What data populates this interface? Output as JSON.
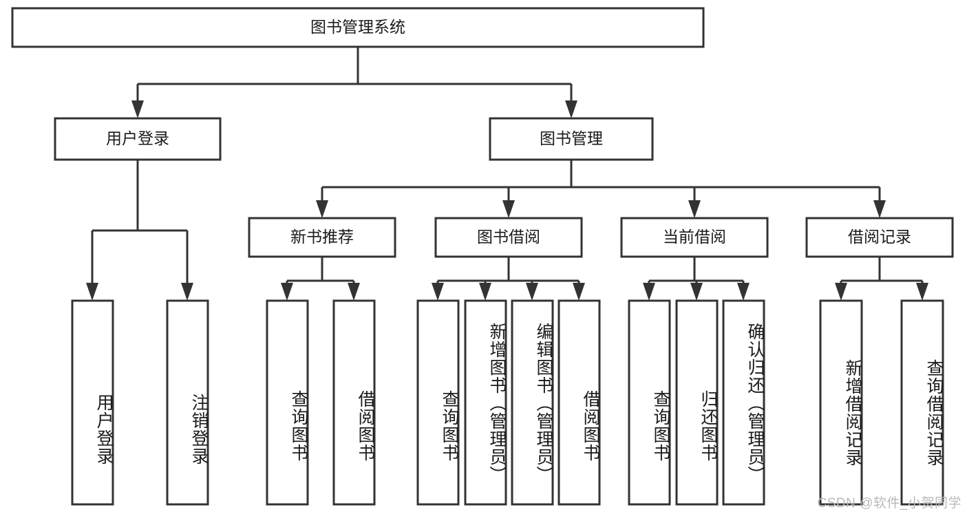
{
  "diagram": {
    "title": "图书管理系统",
    "type": "hierarchy-tree",
    "root": {
      "id": "root",
      "label": "图书管理系统",
      "orientation": "horizontal"
    },
    "level2": [
      {
        "id": "user-login",
        "label": "用户登录",
        "orientation": "horizontal"
      },
      {
        "id": "book-manage",
        "label": "图书管理",
        "orientation": "horizontal"
      }
    ],
    "level3": [
      {
        "id": "new-book-recommend",
        "label": "新书推荐",
        "orientation": "horizontal",
        "parent": "book-manage"
      },
      {
        "id": "book-borrow",
        "label": "图书借阅",
        "orientation": "horizontal",
        "parent": "book-manage"
      },
      {
        "id": "current-borrow",
        "label": "当前借阅",
        "orientation": "horizontal",
        "parent": "book-manage"
      },
      {
        "id": "borrow-record",
        "label": "借阅记录",
        "orientation": "horizontal",
        "parent": "book-manage"
      }
    ],
    "leaves": [
      {
        "id": "leaf-user-login",
        "label": "用户登录",
        "orientation": "vertical",
        "parent": "user-login"
      },
      {
        "id": "leaf-user-logout",
        "label": "注销登录",
        "orientation": "vertical",
        "parent": "user-login"
      },
      {
        "id": "leaf-query-book-1",
        "label": "查询图书",
        "orientation": "vertical",
        "parent": "new-book-recommend"
      },
      {
        "id": "leaf-borrow-book-1",
        "label": "借阅图书",
        "orientation": "vertical",
        "parent": "new-book-recommend"
      },
      {
        "id": "leaf-query-book-2",
        "label": "查询图书",
        "orientation": "vertical",
        "parent": "book-borrow"
      },
      {
        "id": "leaf-add-book",
        "label": "新增图书（管理员）",
        "orientation": "vertical",
        "parent": "book-borrow"
      },
      {
        "id": "leaf-edit-book",
        "label": "编辑图书（管理员）",
        "orientation": "vertical",
        "parent": "book-borrow"
      },
      {
        "id": "leaf-borrow-book-2",
        "label": "借阅图书",
        "orientation": "vertical",
        "parent": "book-borrow"
      },
      {
        "id": "leaf-query-book-3",
        "label": "查询图书",
        "orientation": "vertical",
        "parent": "current-borrow"
      },
      {
        "id": "leaf-return-book",
        "label": "归还图书",
        "orientation": "vertical",
        "parent": "current-borrow"
      },
      {
        "id": "leaf-confirm-return",
        "label": "确认归还（管理员）",
        "orientation": "vertical",
        "parent": "current-borrow"
      },
      {
        "id": "leaf-add-record",
        "label": "新增借阅记录",
        "orientation": "vertical",
        "parent": "borrow-record"
      },
      {
        "id": "leaf-query-record",
        "label": "查询借阅记录",
        "orientation": "vertical",
        "parent": "borrow-record"
      }
    ]
  },
  "watermark": {
    "text": "CSDN @软件_小贺同学"
  },
  "colors": {
    "box_stroke": "#333333",
    "box_fill": "#ffffff",
    "text": "#1a1a1a",
    "watermark": "#b9b9b9",
    "background": "#ffffff"
  }
}
